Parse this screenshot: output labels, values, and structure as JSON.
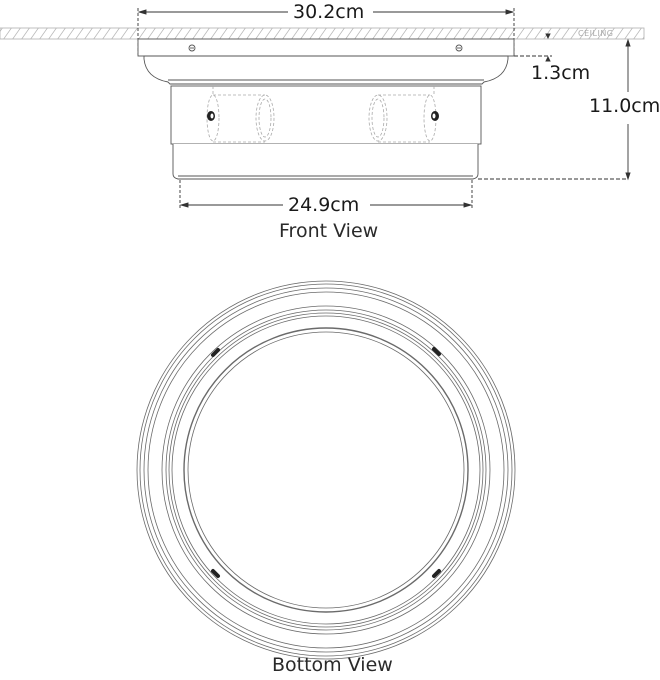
{
  "diagram": {
    "type": "technical dimension drawing",
    "subject": "flush mount ceiling light fixture",
    "front_view": {
      "title": "Front View",
      "ceiling_label": "CEILING",
      "dimensions": {
        "canopy_width": "30.2cm",
        "canopy_depth": "1.3cm",
        "overall_height": "11.0cm",
        "bottom_diameter": "24.9cm"
      }
    },
    "bottom_view": {
      "title": "Bottom View"
    },
    "colors": {
      "line": "#555555",
      "hidden_line": "#999999",
      "hatch": "#aaaaaa",
      "text": "#1a1a1a"
    }
  }
}
